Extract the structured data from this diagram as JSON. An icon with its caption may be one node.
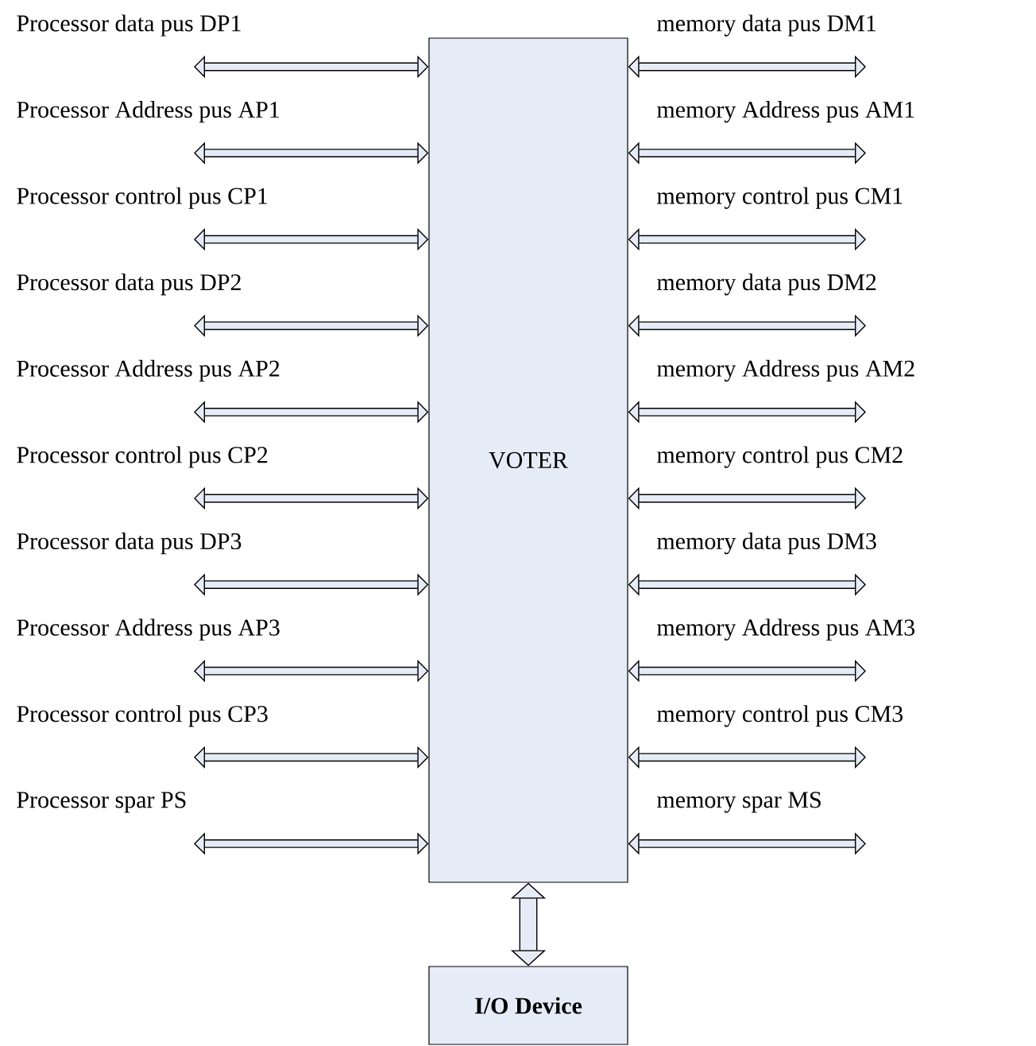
{
  "diagram": {
    "nodes": [
      {
        "text": [
          "VOTER"
        ]
      },
      {
        "text": [
          "I/O Device"
        ]
      }
    ],
    "edges": [
      {
        "from": null,
        "to": 0,
        "arrow": "both",
        "label": "Processor data pus DP1"
      },
      {
        "from": 0,
        "to": null,
        "arrow": "both",
        "label": "memory data pus DM1"
      },
      {
        "from": null,
        "to": 0,
        "arrow": "both",
        "label": "Processor Address pus AP1"
      },
      {
        "from": 0,
        "to": null,
        "arrow": "both",
        "label": "memory Address pus AM1"
      },
      {
        "from": null,
        "to": 0,
        "arrow": "both",
        "label": "Processor control pus CP1"
      },
      {
        "from": 0,
        "to": null,
        "arrow": "both",
        "label": "memory control pus CM1"
      },
      {
        "from": null,
        "to": 0,
        "arrow": "both",
        "label": "Processor data pus DP2"
      },
      {
        "from": 0,
        "to": null,
        "arrow": "both",
        "label": "memory data pus DM2"
      },
      {
        "from": null,
        "to": 0,
        "arrow": "both",
        "label": "Processor Address pus AP2"
      },
      {
        "from": 0,
        "to": null,
        "arrow": "both",
        "label": "memory Address pus AM2"
      },
      {
        "from": null,
        "to": 0,
        "arrow": "both",
        "label": "Processor control pus CP2"
      },
      {
        "from": 0,
        "to": null,
        "arrow": "both",
        "label": "memory control pus CM2"
      },
      {
        "from": null,
        "to": 0,
        "arrow": "both",
        "label": "Processor data pus DP3"
      },
      {
        "from": 0,
        "to": null,
        "arrow": "both",
        "label": "memory data pus DM3"
      },
      {
        "from": null,
        "to": 0,
        "arrow": "both",
        "label": "Processor Address pus AP3"
      },
      {
        "from": 0,
        "to": null,
        "arrow": "both",
        "label": "memory Address pus AM3"
      },
      {
        "from": null,
        "to": 0,
        "arrow": "both",
        "label": "Processor control pus CP3"
      },
      {
        "from": 0,
        "to": null,
        "arrow": "both",
        "label": "memory control pus CM3"
      },
      {
        "from": null,
        "to": 0,
        "arrow": "both",
        "label": "Processor spar PS"
      },
      {
        "from": 0,
        "to": null,
        "arrow": "both",
        "label": "memory spar MS"
      },
      {
        "from": 0,
        "to": 1,
        "arrow": "both",
        "style": "thick"
      }
    ]
  }
}
